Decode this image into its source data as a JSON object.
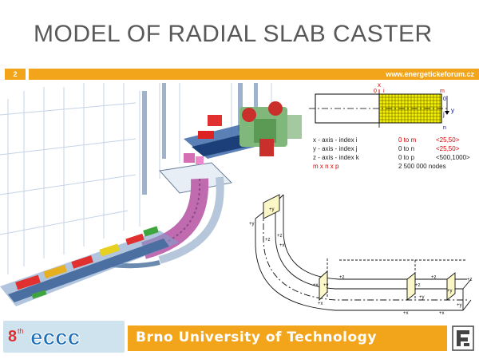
{
  "slide": {
    "title": "MODEL OF RADIAL SLAB CASTER",
    "page_number": "2",
    "url": "www.energetickeforum.cz"
  },
  "footer": {
    "logo_superscript": "th",
    "logo_number": "8",
    "logo_text": "eccc",
    "university": "Brno University of Technology"
  },
  "grid_diagram": {
    "label_x": "x",
    "label_y": "y",
    "label_i": "i",
    "label_j": "j",
    "label_m": "m",
    "label_n": "n",
    "label_0": "0"
  },
  "legend": {
    "rows": [
      {
        "axis": "x - axis - index i",
        "range": "0 to m",
        "value": "<25,50>"
      },
      {
        "axis": "y - axis - index j",
        "range": "0 to n",
        "value": "<25,50>"
      },
      {
        "axis": "z - axis - index k",
        "range": "0 to p",
        "value": "<500,1000>"
      }
    ],
    "total_label": "m x n x p",
    "total_value": "2 500 000 nodes"
  },
  "caster_diagram": {
    "labels": [
      "+y",
      "+z",
      "+z",
      "+x",
      "+y",
      "+z",
      "+x",
      "+z",
      "+y",
      "+x",
      "+z",
      "+y",
      "+x",
      "+y",
      "+x",
      "+z",
      "+y"
    ]
  },
  "colors": {
    "accent": "#f2a51a",
    "title": "#595959",
    "grid_yellow": "#f5f000",
    "logo_bg": "#cfe3ee"
  }
}
